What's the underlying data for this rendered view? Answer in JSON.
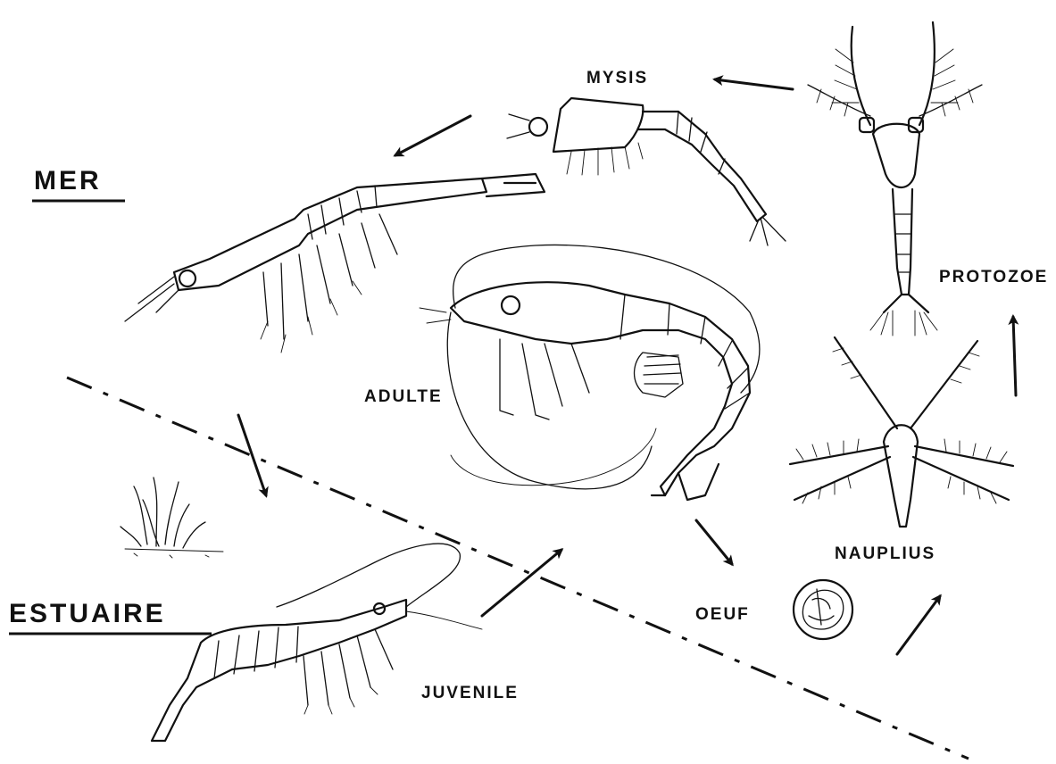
{
  "zones": {
    "sea": "MER",
    "estuary": "ESTUAIRE"
  },
  "stages": {
    "mysis": "MYSIS",
    "protozoe": "PROTOZOE",
    "adult": "ADULTE",
    "nauplius": "NAUPLIUS",
    "egg": "OEUF",
    "juvenile": "JUVENILE"
  }
}
